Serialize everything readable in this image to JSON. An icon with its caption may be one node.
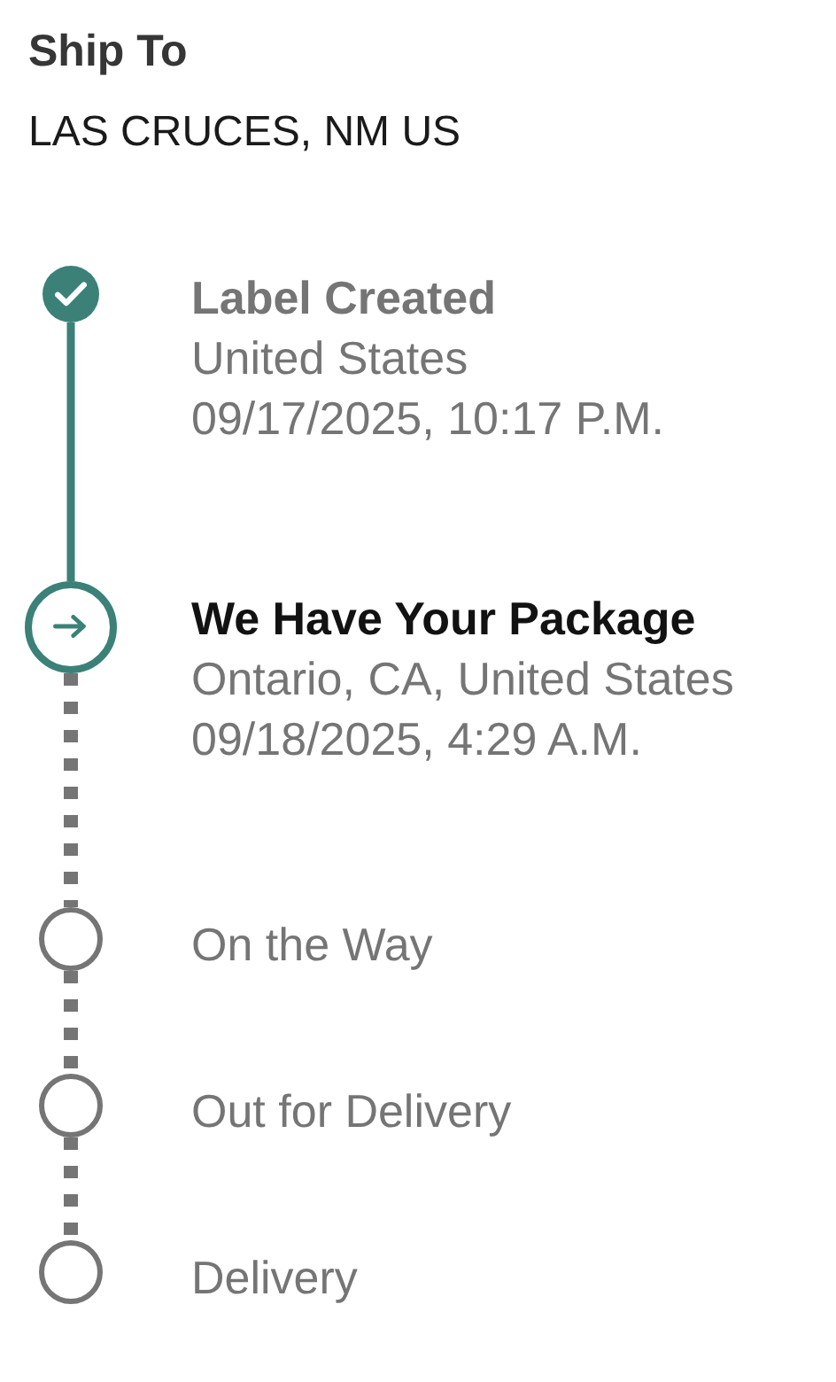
{
  "diagram": {
    "title": "Ship To",
    "nodes": [
      {
        "text": [],
        "shape": "circle",
        "beside": [
          "Label Created",
          "United States",
          "09/17/2025, 10:17 P.M."
        ]
      },
      {
        "text": [],
        "shape": "circle",
        "beside": [
          "We Have Your Package",
          "Ontario, CA, United States",
          "09/18/2025, 4:29 A.M."
        ]
      },
      {
        "text": [],
        "shape": "circle",
        "beside": [
          "On the Way"
        ]
      },
      {
        "text": [],
        "shape": "circle",
        "beside": [
          "Out for Delivery"
        ]
      },
      {
        "text": [],
        "shape": "circle",
        "beside": [
          "Delivery"
        ]
      }
    ],
    "edges": [
      {
        "from": 0,
        "to": 1,
        "arrow": "none",
        "color": "#3b8178"
      },
      {
        "from": 1,
        "to": 2,
        "arrow": "none",
        "style": "dashed"
      },
      {
        "from": 2,
        "to": 3,
        "arrow": "none",
        "style": "dashed"
      },
      {
        "from": 3,
        "to": 4,
        "arrow": "none",
        "style": "dashed"
      }
    ],
    "labels": [
      "LAS CRUCES, NM US"
    ]
  }
}
